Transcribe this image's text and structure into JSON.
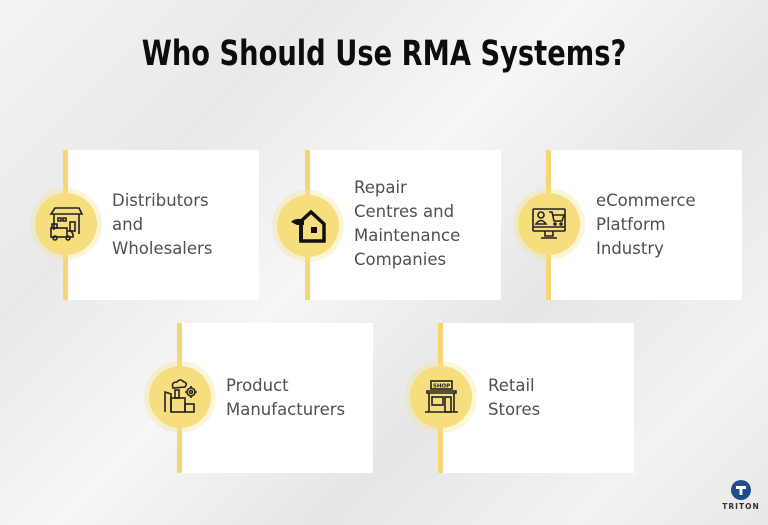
{
  "title": "Who Should Use RMA Systems?",
  "colors": {
    "accent": "#f4d772",
    "circle": "#f6dd7e",
    "text": "#505050",
    "title": "#0d0d0d",
    "logo": "#1e4e8c"
  },
  "items": [
    {
      "label": "Distributors\nand\nWholesalers",
      "icon": "warehouse-truck-icon"
    },
    {
      "label": "Repair\nCentres and\nMaintenance\nCompanies",
      "icon": "house-hammer-icon"
    },
    {
      "label": "eCommerce\nPlatform\nIndustry",
      "icon": "monitor-cart-icon"
    },
    {
      "label": "Product\nManufacturers",
      "icon": "factory-gear-icon"
    },
    {
      "label": "Retail\nStores",
      "icon": "shop-icon"
    }
  ],
  "shop_sign": "SHOP",
  "logo": {
    "name": "TRITON"
  }
}
